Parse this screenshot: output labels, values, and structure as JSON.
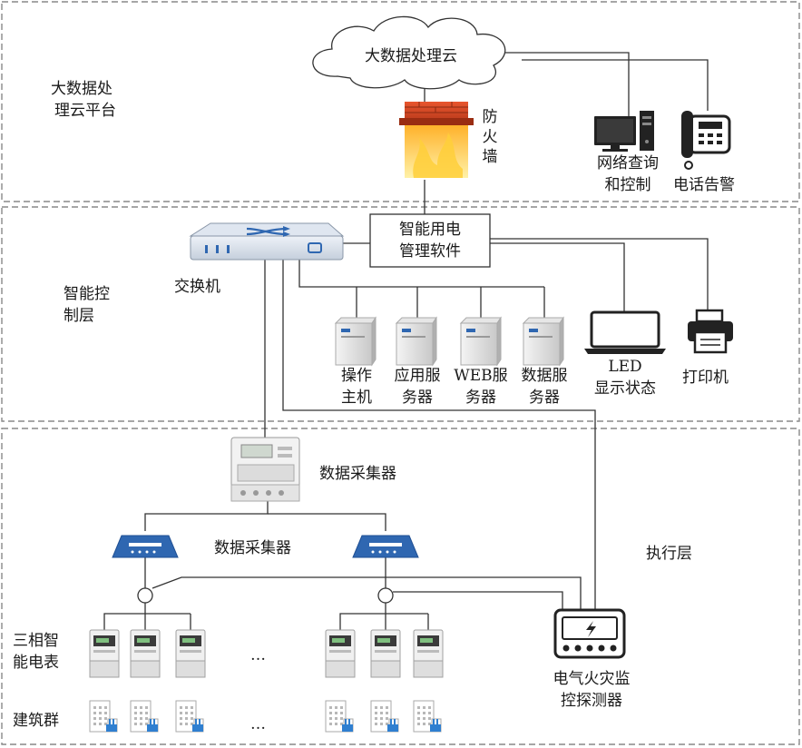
{
  "layers": {
    "cloud_platform": [
      "大数据处",
      "理云平台"
    ],
    "control": [
      "智能控",
      "制层"
    ],
    "execution": "执行层"
  },
  "cloud": "大数据处理云",
  "firewall": [
    "防",
    "火",
    "墙"
  ],
  "network_terminal": [
    "网络查询",
    "和控制"
  ],
  "phone": "电话告警",
  "software": [
    "智能用电",
    "管理软件"
  ],
  "switch": "交换机",
  "servers": [
    [
      "操作",
      "主机"
    ],
    [
      "应用服",
      "务器"
    ],
    [
      "WEB服",
      "务器"
    ],
    [
      "数据服",
      "务器"
    ]
  ],
  "led": [
    "LED",
    "显示状态"
  ],
  "printer": "打印机",
  "main_collector": "数据采集器",
  "sub_collector": "数据采集器",
  "meters": [
    "三相智",
    "能电表"
  ],
  "buildings": "建筑群",
  "ellipsis": "…",
  "fire_detector": [
    "电气火灾监",
    "控探测器"
  ],
  "colors": {
    "border": "#888888",
    "line": "#333333",
    "collector": "#2f67b1",
    "firewall": "#c9462a"
  }
}
